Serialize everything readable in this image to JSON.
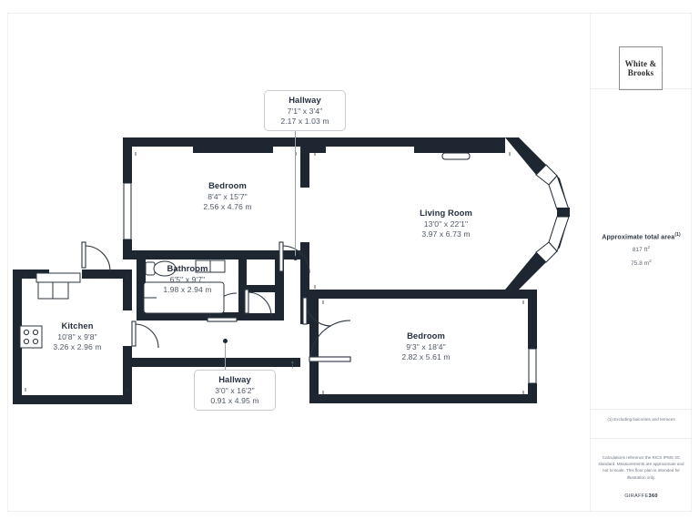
{
  "document": {
    "type": "floor-plan",
    "background": "#ffffff",
    "wall_color": "#1e2731",
    "label_color": "#273040",
    "dimension_color": "#4f5866"
  },
  "sidebar": {
    "logo": {
      "line1": "White &",
      "line2": "Brooks",
      "name": "white-and-brooks-logo"
    },
    "area": {
      "title": "Approximate total area",
      "title_marker": "(1)",
      "imperial": "817 ft",
      "imperial_unit": "2",
      "metric": "75.8 m",
      "metric_unit": "2"
    },
    "footnote": "(1) Excluding balconies and terraces",
    "disclaimer": "Calculations reference the RICS IPMS 3C standard. Measurements are approximate and not to scale. This floor plan is intended for illustration only.",
    "brand": {
      "prefix": "GIRAFFE",
      "suffix": "360"
    }
  },
  "rooms": [
    {
      "id": "hallway-top",
      "name": "Hallway",
      "imperial": "7'1\" x 3'4\"",
      "metric": "2.17 x 1.03 m",
      "boxed": true
    },
    {
      "id": "bedroom-top",
      "name": "Bedroom",
      "imperial": "8'4\" x 15'7\"",
      "metric": "2.56 x 4.76 m",
      "boxed": false
    },
    {
      "id": "living-room",
      "name": "Living Room",
      "imperial": "13'0\" x 22'1\"",
      "metric": "3.97 x 6.73 m",
      "boxed": false
    },
    {
      "id": "bathroom",
      "name": "Bathroom",
      "imperial": "6'5\" x 9'7\"",
      "metric": "1.98 x 2.94 m",
      "boxed": false
    },
    {
      "id": "kitchen",
      "name": "Kitchen",
      "imperial": "10'8\" x 9'8\"",
      "metric": "3.26 x 2.96 m",
      "boxed": false
    },
    {
      "id": "bedroom-bottom",
      "name": "Bedroom",
      "imperial": "9'3\" x 18'4\"",
      "metric": "2.82 x 5.61 m",
      "boxed": false
    },
    {
      "id": "hallway-bottom",
      "name": "Hallway",
      "imperial": "3'0\" x 16'2\"",
      "metric": "0.91 x 4.95 m",
      "boxed": true
    }
  ],
  "fixtures": [
    {
      "id": "toilet",
      "room": "bathroom"
    },
    {
      "id": "sink",
      "room": "bathroom"
    },
    {
      "id": "bathtub",
      "room": "bathroom"
    },
    {
      "id": "kitchen-counter",
      "room": "kitchen"
    },
    {
      "id": "kitchen-sink",
      "room": "kitchen"
    },
    {
      "id": "stove",
      "room": "kitchen"
    },
    {
      "id": "bay-window",
      "room": "living-room"
    }
  ],
  "entrance": {
    "marker": "↑"
  }
}
